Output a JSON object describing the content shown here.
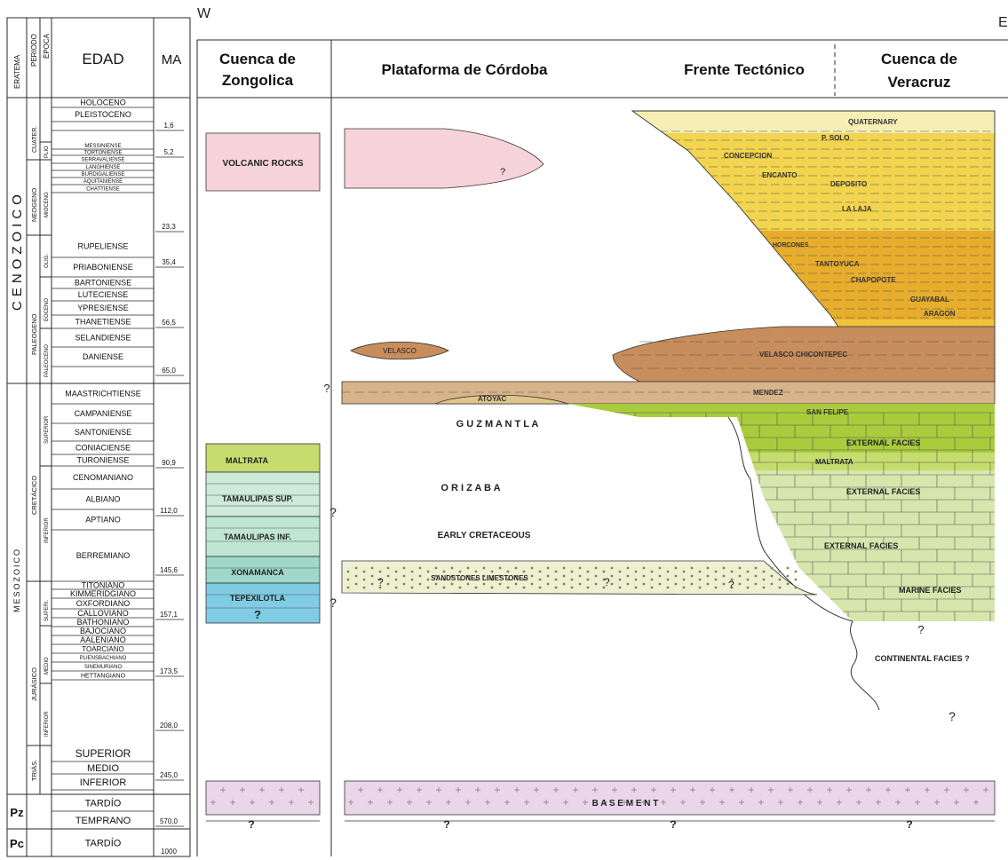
{
  "compass": {
    "west": "W",
    "east": "E"
  },
  "headers": {
    "eratema": "ERATEMA",
    "periodo": "PERIODO",
    "epoca": "ÉPOCA",
    "edad": "EDAD",
    "ma": "MA",
    "zongolica": [
      "Cuenca de",
      "Zongolica"
    ],
    "cordoba": "Plataforma de Córdoba",
    "frente": "Frente Tectónico",
    "veracruz": [
      "Cuenca de",
      "Veracruz"
    ]
  },
  "eras": {
    "cenozoico": "CENOZOICO",
    "mesozoico": "MESOZOICO",
    "pz": "Pz",
    "pc": "Pc"
  },
  "periods": {
    "cuater": "CUATER.",
    "neogeno": "NEOGENO",
    "paleogeno": "PALEOGENO",
    "cretacico": "CRETÁCICO",
    "jurasico": "JURÁSICO",
    "trias": "TRIÁS."
  },
  "epochs": {
    "plio": "PLIO",
    "mioceno": "MIOCENO",
    "olig": "OLIG.",
    "eoceno": "EOCENO",
    "paleoceno": "PALEOCENO",
    "k_superior": "SUPERIOR",
    "k_inferior": "INFERIOR",
    "j_superior": "SUPERI.",
    "j_medio": "MEDIO",
    "j_inferior": "INFERIOR"
  },
  "ages": [
    "HOLOCENO",
    "PLEISTOCENO",
    "",
    "MESSINIENSE",
    "TORTONIENSE",
    "SERRAVALIENSE",
    "LANGHIENSE",
    "BURDIGALIENSE",
    "AQUITANIENSE",
    "CHATTIENSE",
    "RUPELIENSE",
    "PRIABONIENSE",
    "BARTONIENSE",
    "LUTECIENSE",
    "YPRESIENSE",
    "THANETIENSE",
    "SELANDIENSE",
    "DANIENSE",
    "MAASTRICHTIENSE",
    "CAMPANIENSE",
    "SANTONIENSE",
    "CONIACIENSE",
    "TURONIENSE",
    "CENOMANIANO",
    "ALBIANO",
    "APTIANO",
    "BERREMIANO",
    "TITONIANO",
    "KIMMERIDGIANO",
    "OXFORDIANO",
    "CALLOVIANO",
    "BATHONIANO",
    "BAJOCIANO",
    "AALENIANO",
    "TOARCIANO",
    "PLIENSBACHIANO",
    "SINEMURIANO",
    "HETTANGIANO",
    "SUPERIOR",
    "MEDIO",
    "INFERIOR",
    "TARDÍO",
    "TEMPRANO",
    "TARDÍO"
  ],
  "ma_values": [
    "1,6",
    "5,2",
    "23,3",
    "35,4",
    "56,5",
    "65,0",
    "90,9",
    "112,0",
    "145,6",
    "157,1",
    "173,5",
    "208,0",
    "245,0",
    "570,0",
    "1000"
  ],
  "units": {
    "volcanic_rocks": "VOLCANIC ROCKS",
    "maltrata": "MALTRATA",
    "tamaulipas_sup": "TAMAULIPAS SUP.",
    "tamaulipas_inf": "TAMAULIPAS INF.",
    "xonamanca": "XONAMANCA",
    "tepexilotla": "TEPEXILOTLA",
    "velasco": "VELASCO",
    "atoyac": "ATOYAC",
    "guzmantla": "G U Z M A N T L A",
    "orizaba": "O R I Z A B A",
    "early_cretaceous": "EARLY  CRETACEOUS",
    "sandstones": "SANDSTONES LIMESTONES",
    "basement": "B A S E M E N T",
    "quaternary": "QUATERNARY",
    "p_solo": "P. SOLO",
    "concepcion": "CONCEPCION",
    "encanto": "ENCANTO",
    "deposito": "DEPOSITO",
    "la_laja": "LA LAJA",
    "horcones": "HORCONES",
    "tantoyuca": "TANTOYUCA",
    "chapopote": "CHAPOPOTE",
    "guayabal": "GUAYABAL",
    "aragon": "ARAGON",
    "velasco_chicontepec": "VELASCO CHICONTEPEC",
    "mendez": "MENDEZ",
    "san_felipe": "SAN FELIPE",
    "external_facies": "EXTERNAL FACIES",
    "marine_facies": "MARINE FACIES",
    "continental_facies": "CONTINENTAL FACIES ?"
  },
  "unknown": "?",
  "colors": {
    "volcanic": "#f6d2da",
    "quaternary": "#f5efb6",
    "neogene": "#f2d44e",
    "paleogene": "#e7ad2c",
    "chicontepec": "#c88d5c",
    "mendez": "#d8b48a",
    "guzmantla": "#a9cc3c",
    "orizaba": "#d6e6ad",
    "early_cret": "#d8d6e6",
    "sandstone": "#eef0d6",
    "tamaulipas": "#bfe6d2",
    "tepexilotla": "#7fcce4",
    "basement": "#ead6ea",
    "line": "#2a2a2a"
  }
}
